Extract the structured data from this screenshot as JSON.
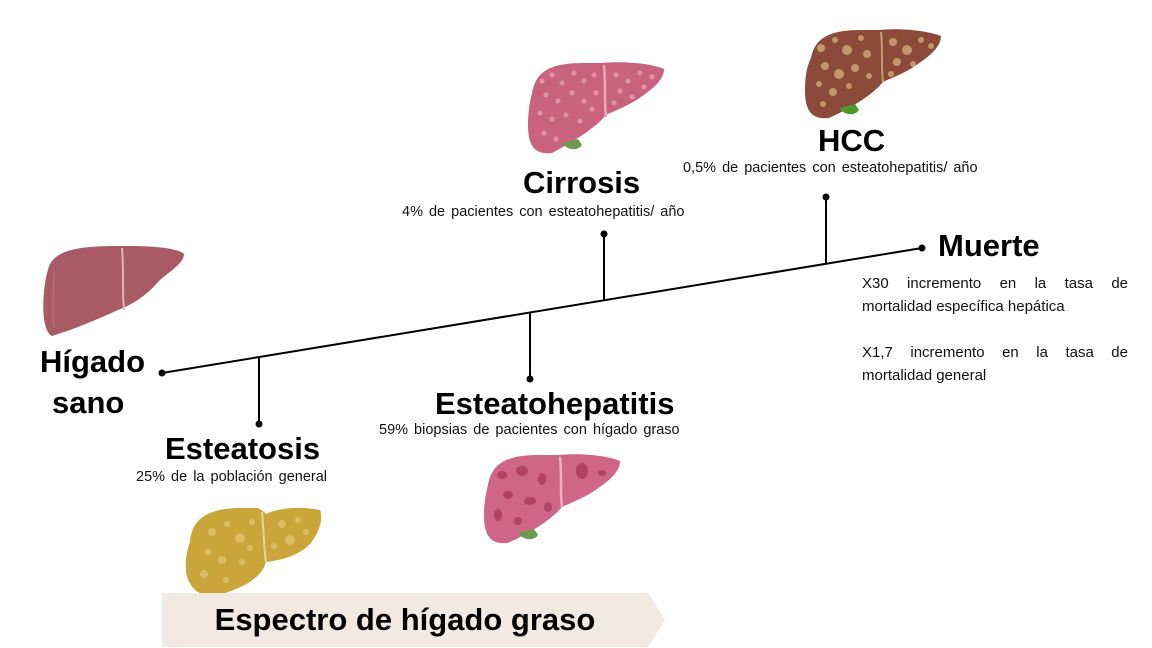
{
  "diagram": {
    "type": "disease-progression-timeline",
    "line_color": "#000000",
    "stages": [
      {
        "id": "healthy",
        "title_line1": "Hígado",
        "title_line2": "sano",
        "description": "",
        "liver_color": "#a85a65"
      },
      {
        "id": "steatosis",
        "title": "Esteatosis",
        "description": "25% de la población general",
        "liver_color": "#c9a53a"
      },
      {
        "id": "steatohepatitis",
        "title": "Esteatohepatitis",
        "description": "59% biopsias de pacientes con hígado graso",
        "liver_color": "#cf6688"
      },
      {
        "id": "cirrhosis",
        "title": "Cirrosis",
        "description": "4% de pacientes con esteatohepatitis/  año",
        "liver_color": "#c8627f"
      },
      {
        "id": "hcc",
        "title": "HCC",
        "description": "0,5% de pacientes con esteatohepatitis/  año",
        "liver_color": "#8b4a3a"
      },
      {
        "id": "death",
        "title": "Muerte",
        "notes": [
          "X30 incremento en la tasa de mortalidad específica hepática",
          "X1,7 incremento en la tasa de mortalidad general"
        ]
      }
    ],
    "banner": {
      "label": "Espectro de hígado graso",
      "color": "#f2e9e1"
    }
  }
}
